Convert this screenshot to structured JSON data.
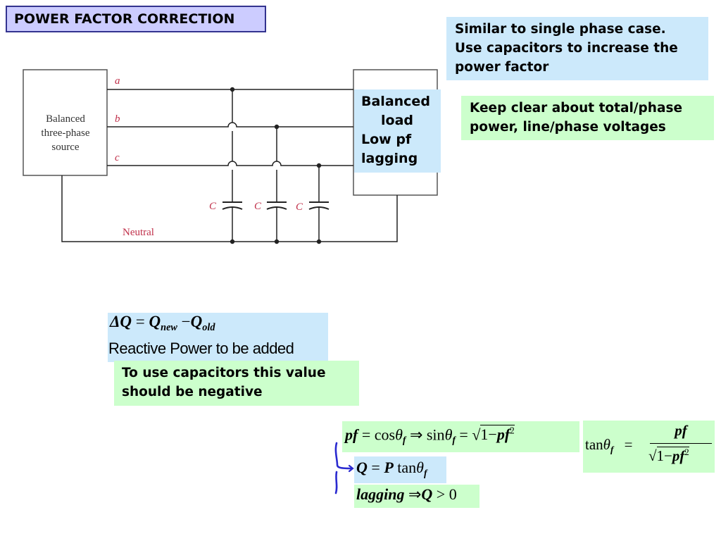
{
  "title": "POWER FACTOR CORRECTION",
  "notes": {
    "similar": [
      "Similar to single phase case.",
      "Use capacitors to increase the",
      "power factor"
    ],
    "keep_clear": [
      "Keep clear about total/phase",
      "power, line/phase voltages"
    ],
    "negative": [
      "To use capacitors this value",
      "should be negative"
    ]
  },
  "circuit": {
    "source_label": [
      "Balanced",
      "three-phase",
      "source"
    ],
    "load_label": [
      "Balanced",
      "load",
      "Low pf",
      "lagging"
    ],
    "lines": [
      "a",
      "b",
      "c"
    ],
    "capacitor_label": "C",
    "neutral_label": "Neutral"
  },
  "equations": {
    "delta_q": {
      "delta": "ΔQ",
      "eq": "=",
      "q_new": "Q",
      "new": "new",
      "minus": "−",
      "q_old": "Q",
      "old": "old"
    },
    "reactive_power": "Reactive Power to be added",
    "pf_eq": {
      "pf": "pf",
      "eq1": "=",
      "cos": "cos",
      "theta": "θ",
      "f": "f",
      "implies": "⇒",
      "sin": "sin",
      "eq2": "=",
      "sqrt": "√",
      "one_minus": "1−",
      "pf2": "pf",
      "sq": "2"
    },
    "tan_eq": {
      "tan": "tan",
      "theta": "θ",
      "f": "f",
      "eq": "=",
      "num": "pf",
      "den_sqrt": "√",
      "den_one": "1−",
      "den_pf": "pf",
      "den_sq": "2"
    },
    "q_eq": {
      "q": "Q",
      "eq": "=",
      "p": "P",
      "tan": "tan",
      "theta": "θ",
      "f": "f"
    },
    "lagging_eq": {
      "lagging": "lagging",
      "implies": "⇒",
      "q": "Q",
      "gt": ">",
      "zero": "0"
    }
  },
  "colors": {
    "line_label": "#c0304a",
    "bracket_ink": "#2a2ad0"
  }
}
